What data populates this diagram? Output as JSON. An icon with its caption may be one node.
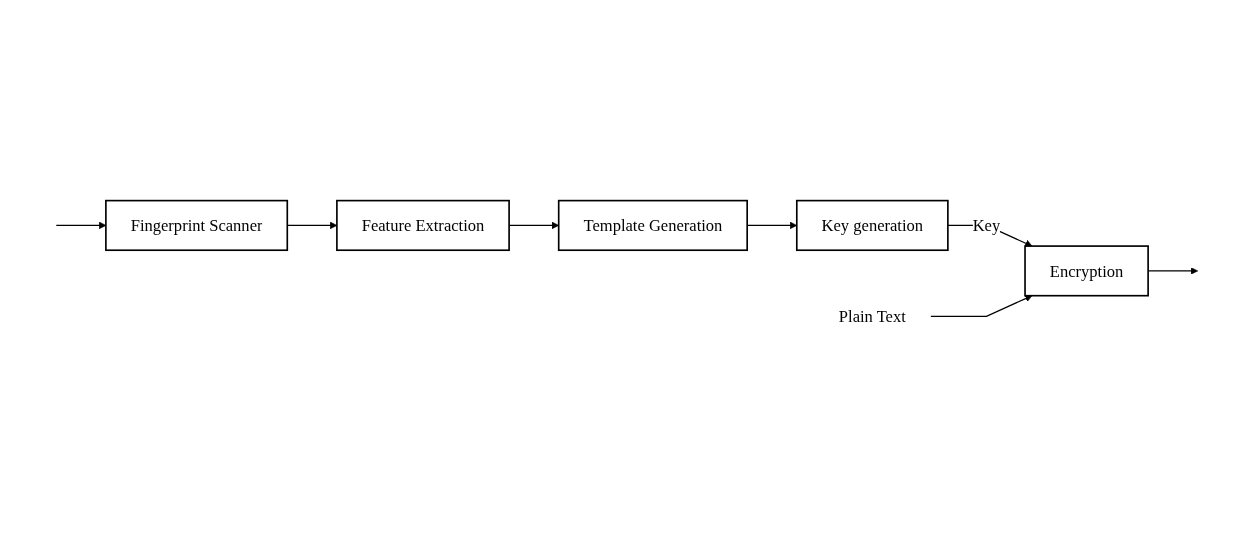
{
  "diagram": {
    "nodes": [
      {
        "text": [
          "Fingerprint Scanner"
        ]
      },
      {
        "text": [
          "Feature Extraction"
        ]
      },
      {
        "text": [
          "Template Generation"
        ]
      },
      {
        "text": [
          "Plain Text"
        ]
      },
      {
        "text": [
          "Encryption"
        ]
      },
      {
        "text": [
          "Key generation"
        ]
      }
    ],
    "edges": [
      {
        "from": null,
        "to": 0,
        "arrow": "to"
      },
      {
        "from": 0,
        "to": 1,
        "arrow": "to"
      },
      {
        "from": 1,
        "to": 2,
        "arrow": "to"
      },
      {
        "from": 2,
        "to": 5,
        "arrow": "to"
      },
      {
        "from": 5,
        "to": 4,
        "arrow": "to",
        "label": "Key"
      },
      {
        "from": 3,
        "to": 4,
        "arrow": "to"
      },
      {
        "from": 4,
        "to": null,
        "arrow": "to"
      }
    ]
  }
}
